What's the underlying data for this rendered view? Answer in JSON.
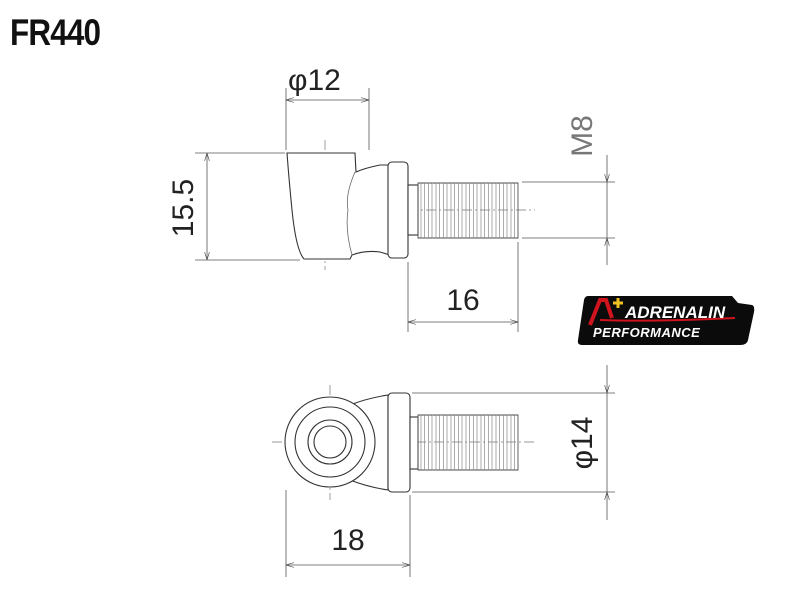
{
  "title": "FR440",
  "dimensions": {
    "top_diameter": "φ12",
    "height": "15.5",
    "thread": "M8",
    "thread_length": "16",
    "flange_diameter": "φ14",
    "overall_length": "18"
  },
  "logo": {
    "line1": "ADRENALIN",
    "line2": "PERFORMANCE",
    "accent": "#d0141e"
  }
}
